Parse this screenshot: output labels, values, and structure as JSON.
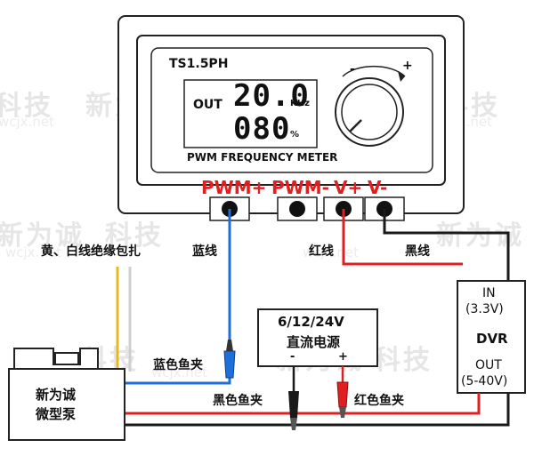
{
  "watermark": {
    "text_a": "新为诚",
    "text_b": "科技",
    "url": "wcjx.net"
  },
  "meter": {
    "model": "TS1.5PH",
    "out_label": "OUT",
    "freq_value": "20.0",
    "freq_unit": "KHz",
    "duty_value": "080",
    "duty_unit": "%",
    "name": "PWM FREQUENCY METER",
    "knob_minus": "-",
    "knob_plus": "+"
  },
  "terminals": {
    "pwm_plus": "PWM+",
    "pwm_minus": "PWM-",
    "v_plus": "V+",
    "v_minus": "V-"
  },
  "wires": {
    "blue": "蓝线",
    "red": "红线",
    "black": "黑线",
    "yellow_white": "黄、白线绝缘包扎",
    "blue_clip": "蓝色鱼夹",
    "black_clip": "黑色鱼夹",
    "red_clip": "红色鱼夹"
  },
  "power": {
    "line1": "6/12/24V",
    "line2": "直流电源",
    "minus": "-",
    "plus": "+"
  },
  "dvr": {
    "in": "IN",
    "in_range": "(3.3V)",
    "name": "DVR",
    "out": "OUT",
    "out_range": "(5-40V)"
  },
  "pump": {
    "line1": "新为诚",
    "line2": "微型泵"
  },
  "colors": {
    "red": "#e02020",
    "blue": "#1e6fd9",
    "black": "#1a1a1a",
    "yellow": "#e8b820",
    "white_wire": "#cfcfcf"
  }
}
